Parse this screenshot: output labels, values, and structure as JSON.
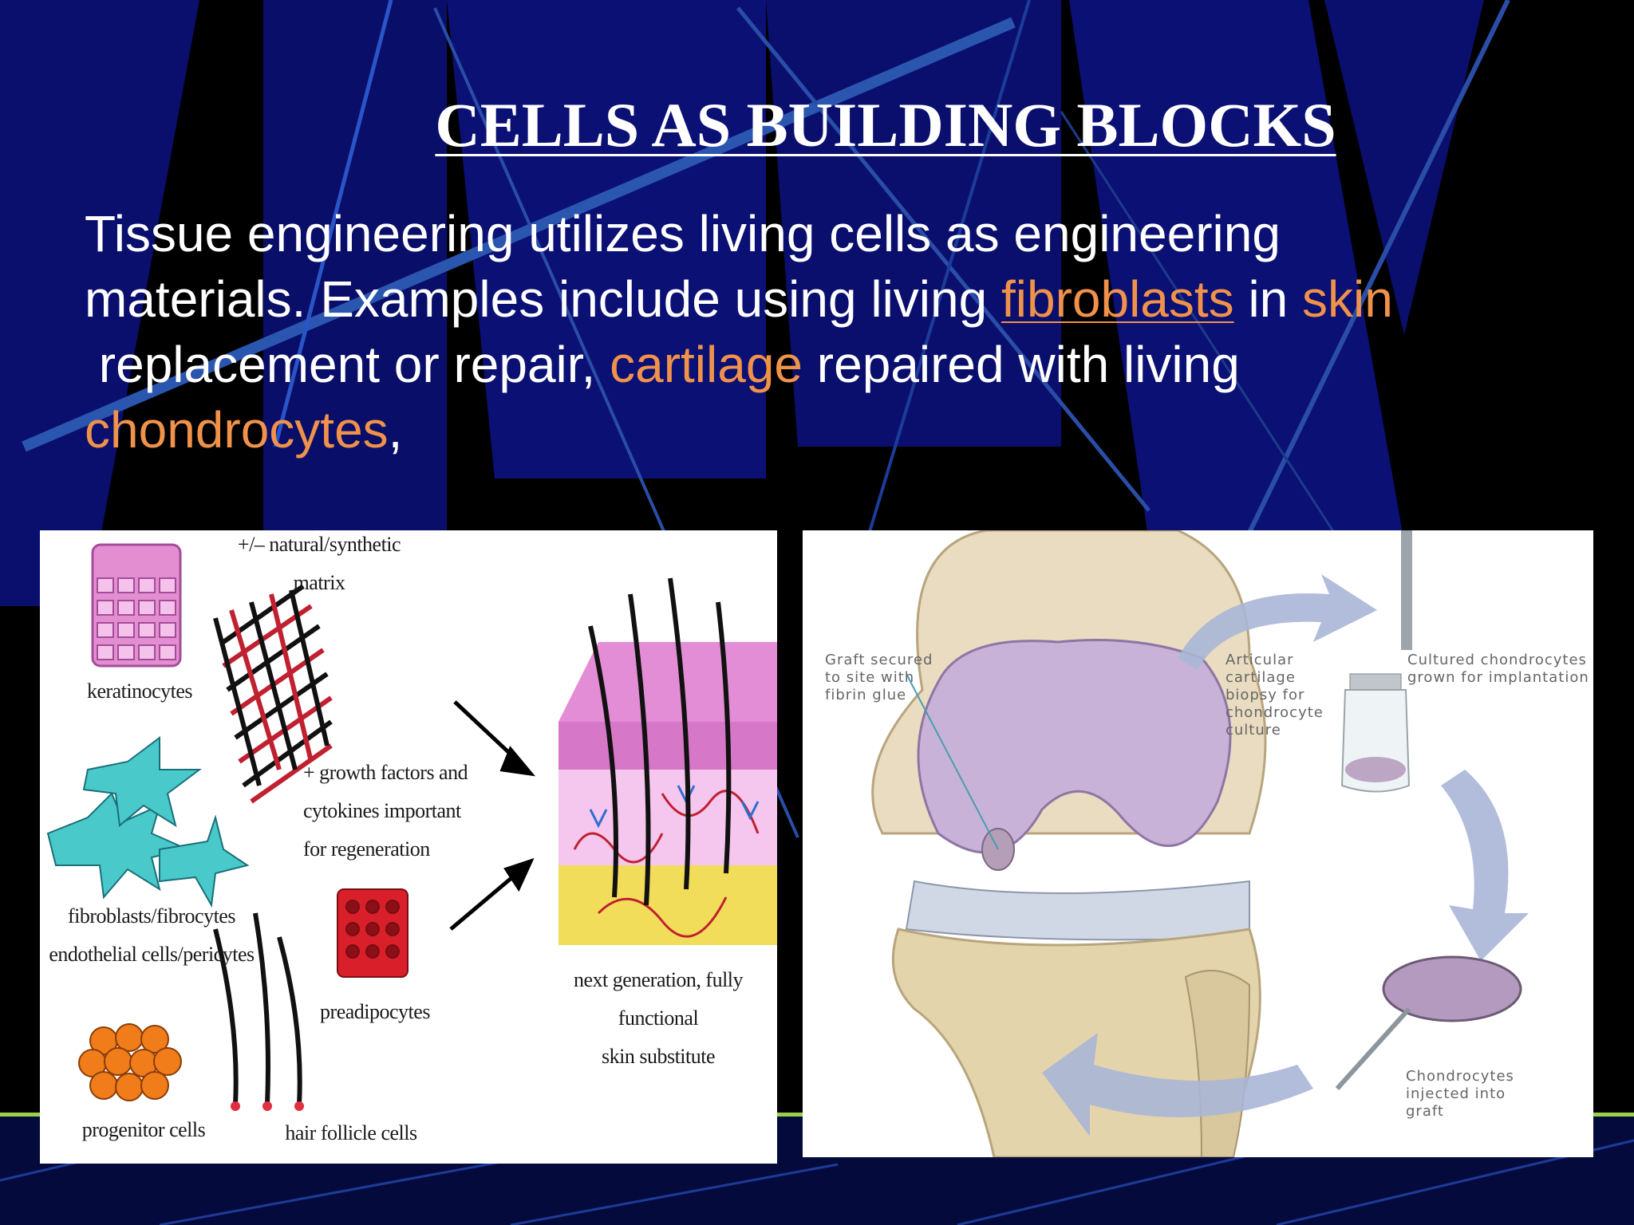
{
  "slide": {
    "title": "CELLS AS BUILDING BLOCKS",
    "body": {
      "l1": "Tissue engineering utilizes living cells as engineering",
      "l2a": "materials. Examples include using living ",
      "l2_link": "fibroblasts",
      "l2b": " in ",
      "l2_skin": "skin",
      "l3a": " replacement or repair, ",
      "l3_cart": "cartilage",
      "l3b": " repaired with living",
      "l4_chondro": "chondrocytes",
      "l4b": ","
    }
  },
  "skin_figure": {
    "matrix": "+/– natural/synthetic\nmatrix",
    "keratinocytes": "keratinocytes",
    "growth": "+ growth factors and\ncytokines important\nfor regeneration",
    "fibroblasts": "fibroblasts/fibrocytes\nendothelial cells/pericytes",
    "preadipocytes": "preadipocytes",
    "progenitor": "progenitor cells",
    "hair": "hair follicle cells",
    "result": "next generation, fully functional\nskin substitute"
  },
  "knee_figure": {
    "graft": "Graft secured\nto site with\nfibrin glue",
    "biopsy": "Articular\ncartilage\nbiopsy for\nchondrocyte\nculture",
    "cultured": "Cultured chondrocytes\ngrown for implantation",
    "injected": "Chondrocytes\ninjected into\ngraft"
  },
  "colors": {
    "background": "#000000",
    "stripe_blue": "#0a0f6e",
    "highlight": "#f0924a",
    "text": "#ffffff"
  }
}
